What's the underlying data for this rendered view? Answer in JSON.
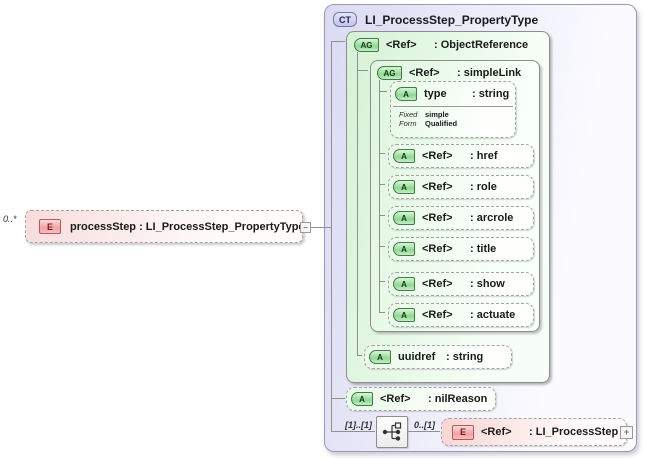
{
  "source_element": {
    "cardinality": "0..*",
    "badge": "E",
    "label": "processStep : LI_ProcessStep_PropertyType",
    "collapse_glyph": "−"
  },
  "complex_type": {
    "badge": "CT",
    "title": "LI_ProcessStep_PropertyType",
    "object_reference": {
      "badge": "AG",
      "name": "<Ref>",
      "type": ": ObjectReference",
      "simple_link": {
        "badge": "AG",
        "name": "<Ref>",
        "type": ": simpleLink",
        "type_attribute": {
          "badge": "A",
          "name": "type",
          "type": ": string",
          "facets": [
            {
              "label": "Fixed",
              "value": "simple"
            },
            {
              "label": "Form",
              "value": "Qualified"
            }
          ]
        },
        "ref_attributes": [
          {
            "badge": "A",
            "name": "<Ref>",
            "type": ": href"
          },
          {
            "badge": "A",
            "name": "<Ref>",
            "type": ": role"
          },
          {
            "badge": "A",
            "name": "<Ref>",
            "type": ": arcrole"
          },
          {
            "badge": "A",
            "name": "<Ref>",
            "type": ": title"
          },
          {
            "badge": "A",
            "name": "<Ref>",
            "type": ": show"
          },
          {
            "badge": "A",
            "name": "<Ref>",
            "type": ": actuate"
          }
        ]
      },
      "uuidref_attribute": {
        "badge": "A",
        "name": "uuidref",
        "type": ": string"
      }
    },
    "nil_reason_attribute": {
      "badge": "A",
      "name": "<Ref>",
      "type": ": nilReason"
    },
    "sequence": {
      "cardinality_left": "[1]..[1]",
      "cardinality_right": "0..[1]"
    },
    "process_step_element": {
      "badge": "E",
      "name": "<Ref>",
      "type": ": LI_ProcessStep",
      "expand_glyph": "+"
    }
  }
}
